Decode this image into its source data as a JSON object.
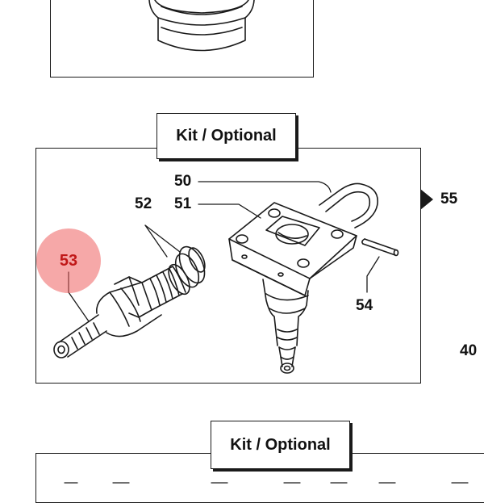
{
  "kit_labels": {
    "main": "Kit / Optional",
    "bottom": "Kit / Optional"
  },
  "callouts": {
    "c50": "50",
    "c51": "51",
    "c52": "52",
    "c53": "53",
    "c54": "54",
    "c55": "55",
    "c40": "40"
  },
  "colors": {
    "line": "#1a1a1a",
    "highlight": "#ee6060",
    "highlight_text": "#c01818"
  }
}
